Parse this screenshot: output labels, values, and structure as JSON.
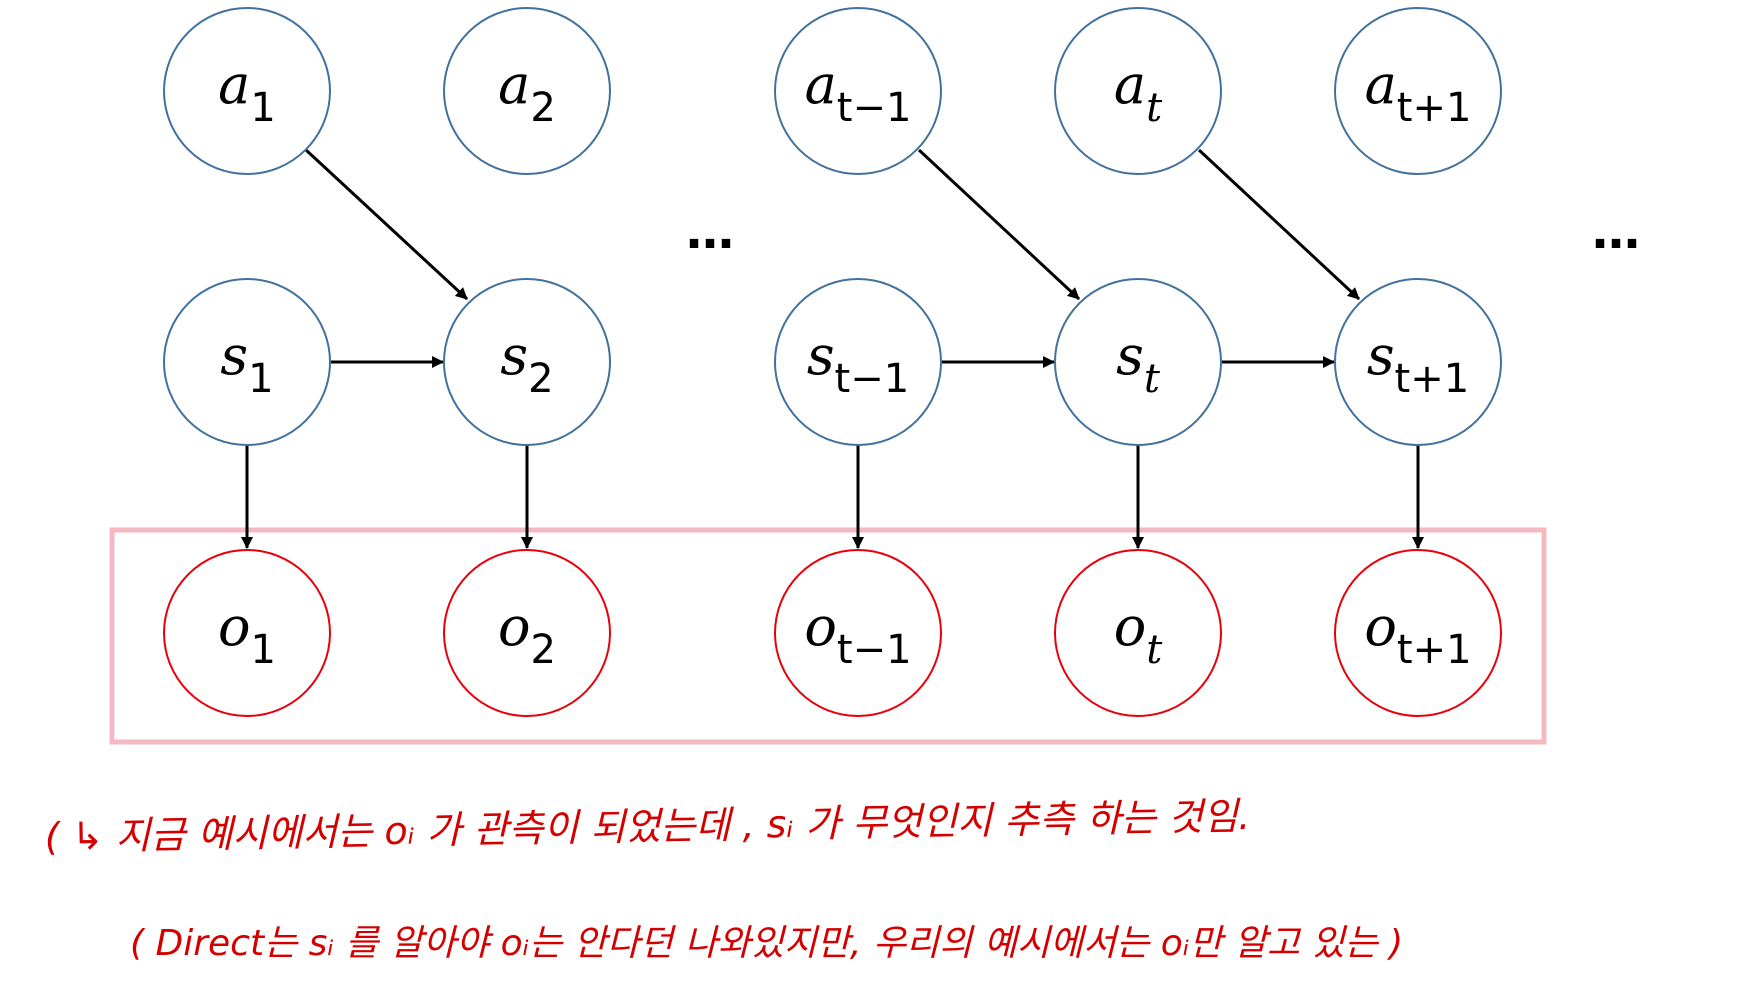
{
  "colors": {
    "hidden_node": "#41719c",
    "observed_node": "#e8000b",
    "observed_box": "#f4b8c0",
    "arrow": "#000000",
    "handwriting": "#d40000"
  },
  "nodes": {
    "actions": [
      {
        "base": "a",
        "sub": "1"
      },
      {
        "base": "a",
        "sub": "2"
      },
      {
        "base": "a",
        "sub": "t−1"
      },
      {
        "base": "a",
        "sub": "t"
      },
      {
        "base": "a",
        "sub": "t+1"
      }
    ],
    "states": [
      {
        "base": "s",
        "sub": "1"
      },
      {
        "base": "s",
        "sub": "2"
      },
      {
        "base": "s",
        "sub": "t−1"
      },
      {
        "base": "s",
        "sub": "t"
      },
      {
        "base": "s",
        "sub": "t+1"
      }
    ],
    "observations": [
      {
        "base": "o",
        "sub": "1"
      },
      {
        "base": "o",
        "sub": "2"
      },
      {
        "base": "o",
        "sub": "t−1"
      },
      {
        "base": "o",
        "sub": "t"
      },
      {
        "base": "o",
        "sub": "t+1"
      }
    ]
  },
  "ellipsis": [
    "…",
    "…"
  ],
  "annotations": [
    "( ↳ 지금 예시에서는  oᵢ 가 관측이 되었는데 ,  sᵢ 가 무엇인지 추측 하는 것임.",
    "( Direct는 sᵢ 를 알아야 oᵢ는 안다던 나와있지만, 우리의 예시에서는 oᵢ만 알고 있는 )"
  ]
}
